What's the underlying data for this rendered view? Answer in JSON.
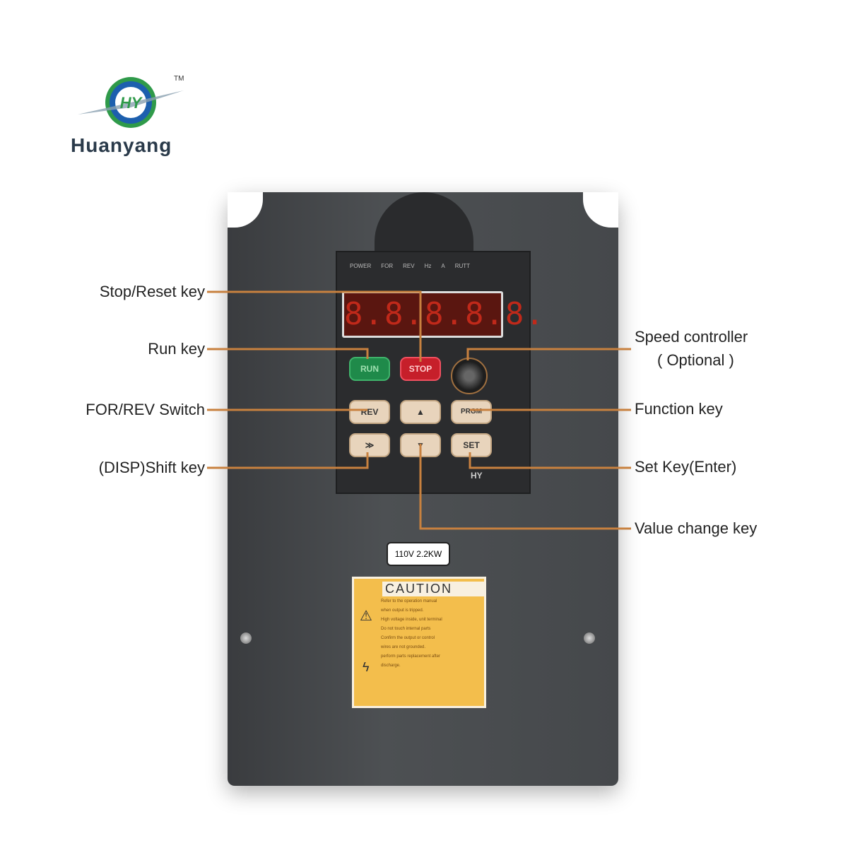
{
  "brand": {
    "name": "Huanyang",
    "trademark": "TM",
    "logo_text": "HY"
  },
  "callouts": {
    "stop_reset": "Stop/Reset  key",
    "run": "Run key",
    "for_rev": "FOR/REV Switch",
    "disp_shift": "(DISP)Shift key",
    "speed_controller": "Speed controller",
    "speed_optional": "( Optional )",
    "function": "Function key",
    "set": "Set Key(Enter)",
    "value_change": "Value change key"
  },
  "panel": {
    "indicators": [
      "POWER",
      "FOR",
      "REV",
      "Hz",
      "A",
      "RUTT"
    ],
    "display": "8.8.8.8.8.",
    "keys": {
      "run": "RUN",
      "stop": "STOP",
      "rev": "REV",
      "up": "▲",
      "prgm": "PRGM",
      "shift": "≫",
      "down": "▼",
      "set": "SET"
    },
    "badge": "HY"
  },
  "rating": "110V 2.2KW",
  "caution": {
    "title": "CAUTION",
    "lines": [
      "Refer to the operation manual",
      "when output is tripped.",
      "High voltage inside, unit terminal",
      "Do not touch internal parts",
      "Confirm the output or control",
      "wires are not grounded.",
      "perform parts replacement after",
      "discharge."
    ]
  },
  "colors": {
    "line": "#c8813f",
    "body": "#45484b"
  }
}
